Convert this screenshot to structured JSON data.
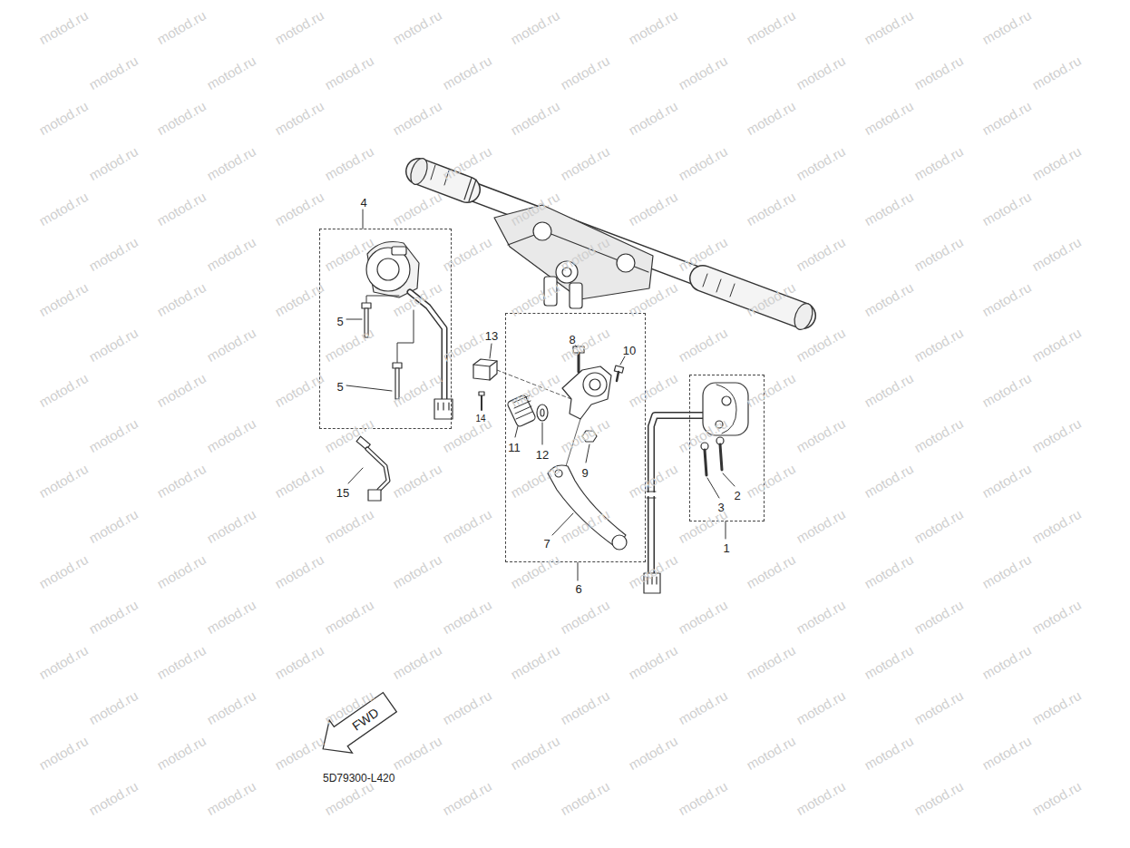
{
  "diagram": {
    "nodes": [
      {
        "text": [
          "4",
          "5",
          "5"
        ]
      },
      {
        "text": [
          "6",
          "8",
          "10",
          "11",
          "12",
          "9",
          "7"
        ]
      },
      {
        "text": [
          "1",
          "3",
          "2"
        ]
      },
      {
        "text": [
          "FWD"
        ]
      }
    ],
    "edges": [],
    "labels": [
      "13",
      "14",
      "15",
      "5D79300-L420",
      "motod.ru",
      "motod.ru",
      "motod.ru",
      "motod.ru",
      "motod.ru",
      "motod.ru",
      "motod.ru",
      "motod.ru",
      "motod.ru",
      "motod.ru",
      "motod.ru",
      "motod.ru",
      "motod.ru",
      "motod.ru",
      "motod.ru",
      "motod.ru",
      "motod.ru",
      "motod.ru",
      "motod.ru",
      "motod.ru",
      "motod.ru",
      "motod.ru",
      "motod.ru",
      "motod.ru",
      "motod.ru",
      "motod.ru",
      "motod.ru",
      "motod.ru",
      "motod.ru",
      "motod.ru",
      "motod.ru",
      "motod.ru",
      "motod.ru",
      "motod.ru",
      "motod.ru",
      "motod.ru",
      "motod.ru",
      "motod.ru",
      "motod.ru",
      "motod.ru",
      "motod.ru",
      "motod.ru",
      "motod.ru",
      "motod.ru",
      "motod.ru",
      "motod.ru",
      "motod.ru",
      "motod.ru",
      "motod.ru",
      "motod.ru",
      "motod.ru",
      "motod.ru",
      "motod.ru",
      "motod.ru",
      "motod.ru",
      "motod.ru",
      "motod.ru",
      "motod.ru",
      "motod.ru",
      "motod.ru",
      "motod.ru",
      "motod.ru",
      "motod.ru",
      "motod.ru",
      "motod.ru",
      "motod.ru",
      "motod.ru",
      "motod.ru",
      "motod.ru",
      "motod.ru",
      "motod.ru",
      "motod.ru",
      "motod.ru",
      "motod.ru",
      "motod.ru",
      "motod.ru",
      "motod.ru",
      "motod.ru",
      "motod.ru",
      "motod.ru",
      "motod.ru",
      "motod.ru",
      "motod.ru",
      "motod.ru",
      "motod.ru",
      "motod.ru",
      "motod.ru",
      "motod.ru",
      "motod.ru",
      "motod.ru",
      "motod.ru",
      "motod.ru",
      "motod.ru",
      "motod.ru",
      "motod.ru",
      "motod.ru",
      "motod.ru",
      "motod.ru",
      "motod.ru",
      "motod.ru",
      "motod.ru",
      "motod.ru",
      "motod.ru",
      "motod.ru",
      "motod.ru",
      "motod.ru",
      "motod.ru",
      "motod.ru",
      "motod.ru",
      "motod.ru",
      "motod.ru",
      "motod.ru",
      "motod.ru",
      "motod.ru",
      "motod.ru",
      "motod.ru",
      "motod.ru",
      "motod.ru",
      "motod.ru",
      "motod.ru",
      "motod.ru",
      "motod.ru",
      "motod.ru",
      "motod.ru",
      "motod.ru",
      "motod.ru",
      "motod.ru",
      "motod.ru",
      "motod.ru",
      "motod.ru",
      "motod.ru",
      "motod.ru",
      "motod.ru",
      "motod.ru",
      "motod.ru",
      "motod.ru",
      "motod.ru",
      "motod.ru",
      "motod.ru",
      "motod.ru",
      "motod.ru",
      "motod.ru",
      "motod.ru",
      "motod.ru",
      "motod.ru",
      "motod.ru",
      "motod.ru",
      "motod.ru",
      "motod.ru",
      "motod.ru",
      "motod.ru",
      "motod.ru",
      "motod.ru",
      "motod.ru",
      "motod.ru",
      "motod.ru",
      "motod.ru",
      "motod.ru",
      "motod.ru",
      "motod.ru",
      "motod.ru",
      "motod.ru"
    ]
  }
}
